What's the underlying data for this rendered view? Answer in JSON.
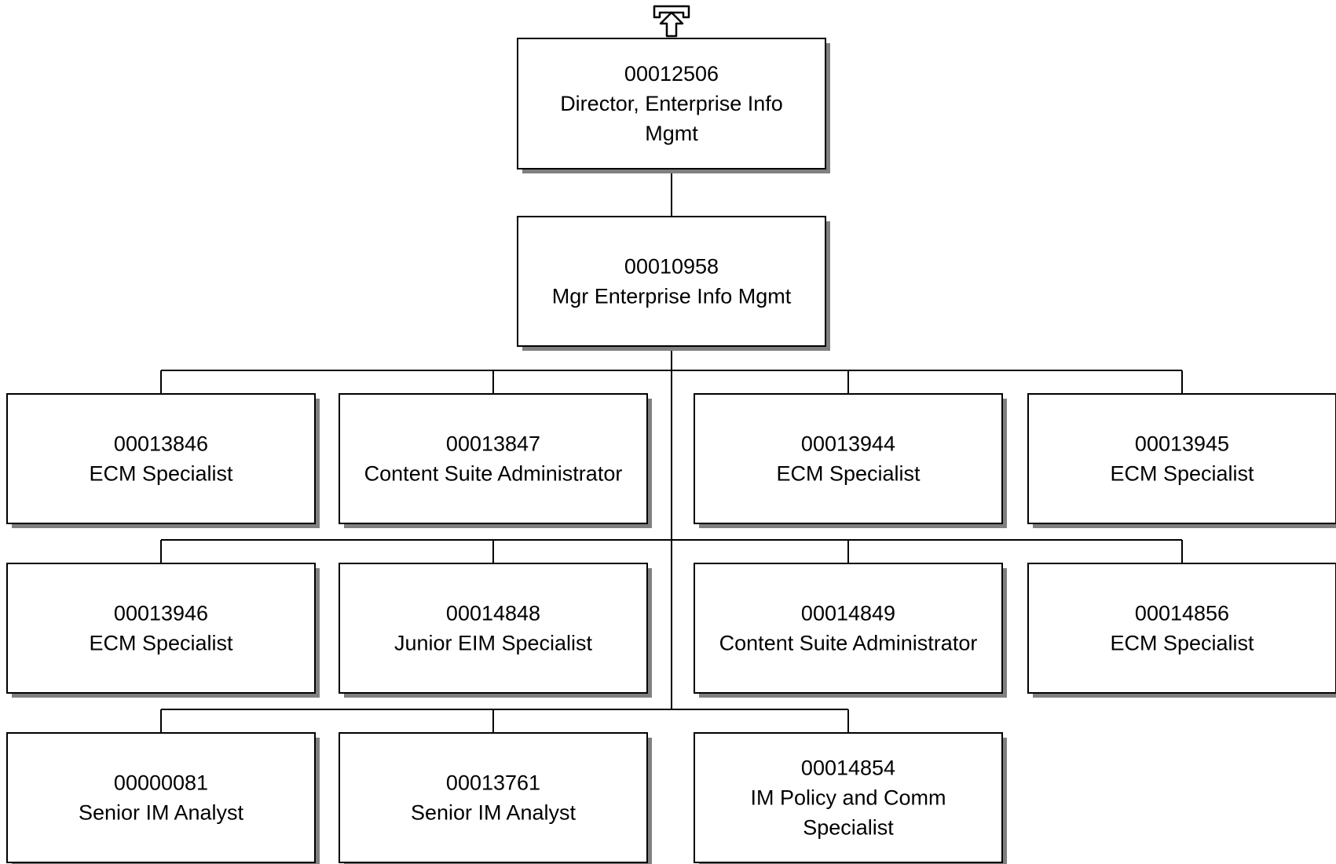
{
  "top_node": {
    "id": "00012506",
    "title_lines": [
      "Director, Enterprise Info",
      "Mgmt"
    ]
  },
  "manager_node": {
    "id": "00010958",
    "title_lines": [
      "Mgr Enterprise Info Mgmt"
    ]
  },
  "report_rows": [
    [
      {
        "id": "00013846",
        "title_lines": [
          "ECM Specialist"
        ]
      },
      {
        "id": "00013847",
        "title_lines": [
          "Content Suite Administrator"
        ]
      },
      {
        "id": "00013944",
        "title_lines": [
          "ECM Specialist"
        ]
      },
      {
        "id": "00013945",
        "title_lines": [
          "ECM Specialist"
        ]
      }
    ],
    [
      {
        "id": "00013946",
        "title_lines": [
          "ECM Specialist"
        ]
      },
      {
        "id": "00014848",
        "title_lines": [
          "Junior EIM Specialist"
        ]
      },
      {
        "id": "00014849",
        "title_lines": [
          "Content Suite Administrator"
        ]
      },
      {
        "id": "00014856",
        "title_lines": [
          "ECM Specialist"
        ]
      }
    ],
    [
      {
        "id": "00000081",
        "title_lines": [
          "Senior IM Analyst"
        ]
      },
      {
        "id": "00013761",
        "title_lines": [
          "Senior IM Analyst"
        ]
      },
      {
        "id": "00014854",
        "title_lines": [
          "IM Policy and Comm",
          "Specialist"
        ]
      }
    ]
  ],
  "icons": {
    "navigate_up": "up-arrow-icon"
  },
  "colors": {
    "box_border": "#000000",
    "box_shadow": "#808080",
    "connector": "#000000",
    "background": "#ffffff"
  }
}
